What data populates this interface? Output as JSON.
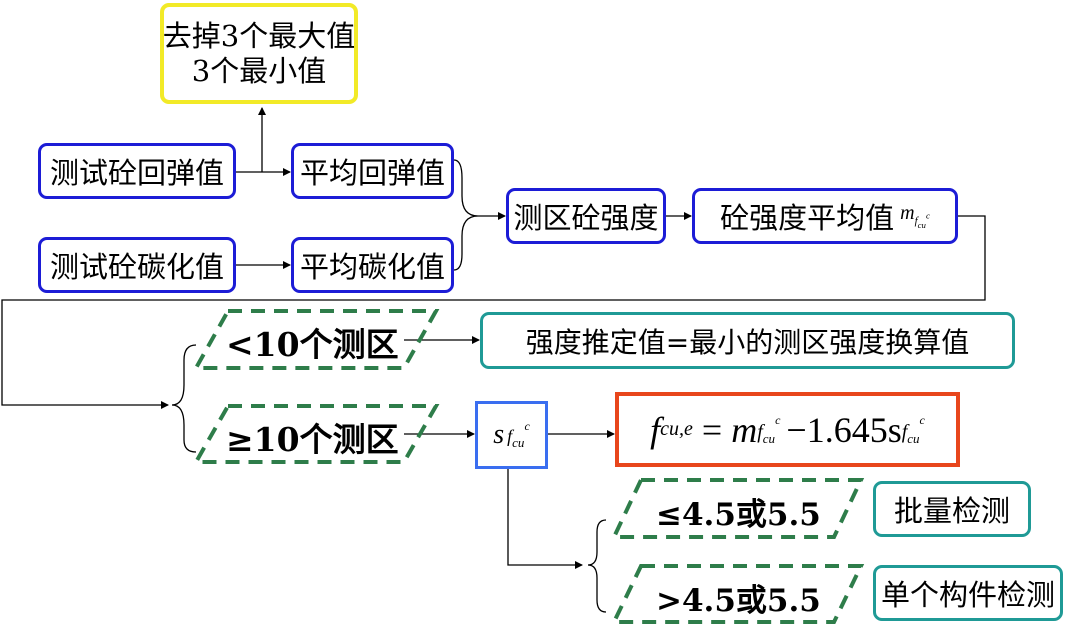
{
  "nodes": {
    "remove_extremes": [
      "去掉3个最大值",
      "3个最小值"
    ],
    "measure_rebound": "测试砼回弹值",
    "avg_rebound": "平均回弹值",
    "measure_carbonation": "测试砼碳化值",
    "avg_carbonation": "平均碳化值",
    "zone_strength": "测区砼强度",
    "strength_mean": "砼强度平均值",
    "lt10": "<10个测区",
    "ge10": "≥10个测区",
    "lt10_result": "强度推定值=最小的测区强度换算值",
    "le45": "≤4.5或5.5",
    "gt45": ">4.5或5.5",
    "batch": "批量检测",
    "single": "单个构件检测"
  },
  "math": {
    "m_symbol": "m",
    "f_symbol": "f",
    "cu": "cu",
    "c": "c",
    "s_symbol": "s",
    "cu_e": "cu,e",
    "equals": "=",
    "minus_coef": "−1.645s"
  },
  "colors": {
    "blue_box": "#1c1cd6",
    "teal_box": "#1f9a96",
    "yellow_box": "#f2ea27",
    "red_box": "#e8461c",
    "sd_box": "#3a6ef0",
    "dashed_green": "#2e7d4a"
  }
}
